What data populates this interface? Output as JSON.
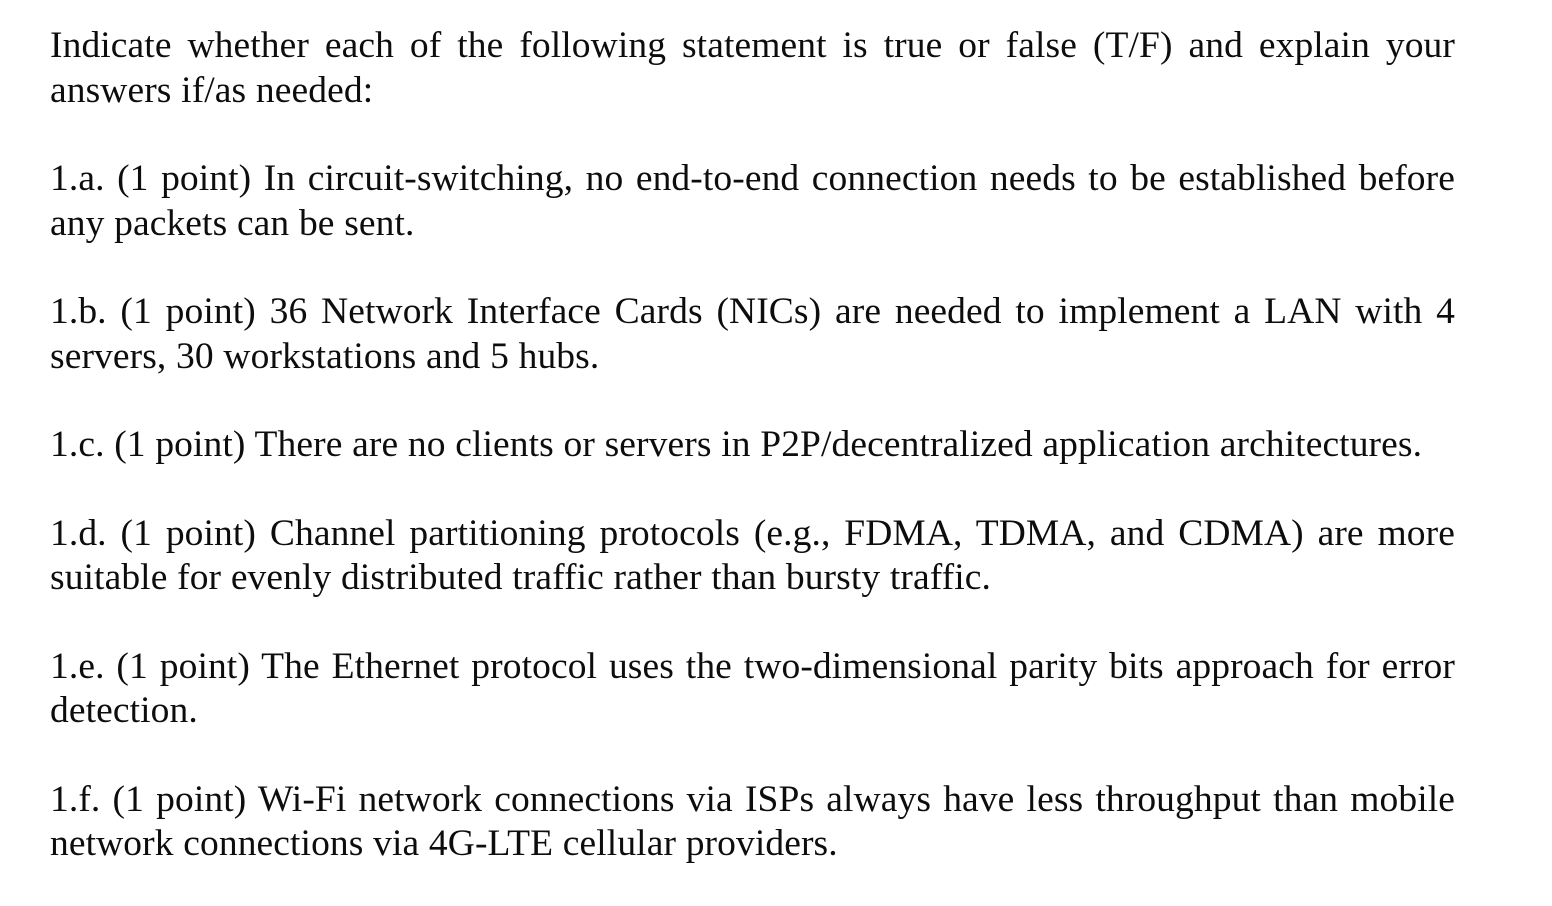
{
  "document": {
    "type": "exam-question-sheet",
    "background_color": "#ffffff",
    "text_color": "#0d0d0d",
    "intro": "Indicate whether each of the following statement is true or false (T/F) and explain your answers if/as needed:",
    "questions": [
      {
        "label": "1.a.",
        "points": "(1 point)",
        "text": "1.a. (1 point) In circuit-switching, no end-to-end connection needs to be established before any packets can be sent."
      },
      {
        "label": "1.b.",
        "points": "(1 point)",
        "text": "1.b. (1 point) 36 Network Interface Cards (NICs) are needed to implement a LAN with 4 servers, 30 workstations and 5 hubs."
      },
      {
        "label": "1.c.",
        "points": "(1 point)",
        "text": "1.c. (1 point) There are no clients or servers in P2P/decentralized application architectures."
      },
      {
        "label": "1.d.",
        "points": "(1 point)",
        "text": "1.d. (1 point) Channel partitioning protocols (e.g., FDMA, TDMA, and CDMA) are more suitable for evenly distributed traffic rather than bursty traffic."
      },
      {
        "label": "1.e.",
        "points": "(1 point)",
        "text": "1.e. (1 point) The Ethernet protocol uses the two-dimensional parity bits approach for error detection."
      },
      {
        "label": "1.f.",
        "points": "(1 point)",
        "text": "1.f. (1 point) Wi-Fi network connections via ISPs always have less throughput than mobile network connections via 4G-LTE cellular providers."
      }
    ]
  }
}
